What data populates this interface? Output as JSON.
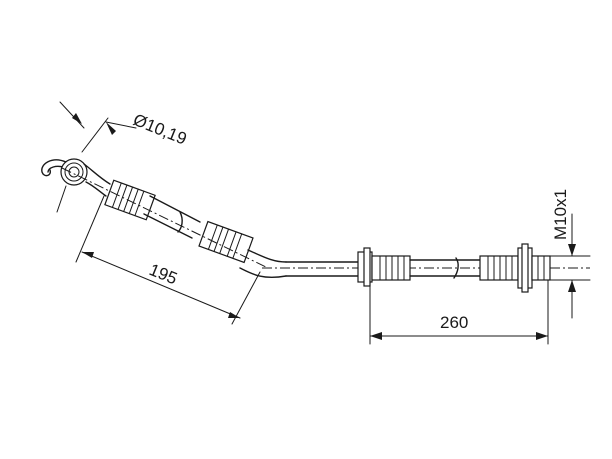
{
  "dimensions": {
    "outer_diameter": "Ø10,19",
    "length_left": "195",
    "length_right": "260",
    "thread": "M10x1"
  }
}
